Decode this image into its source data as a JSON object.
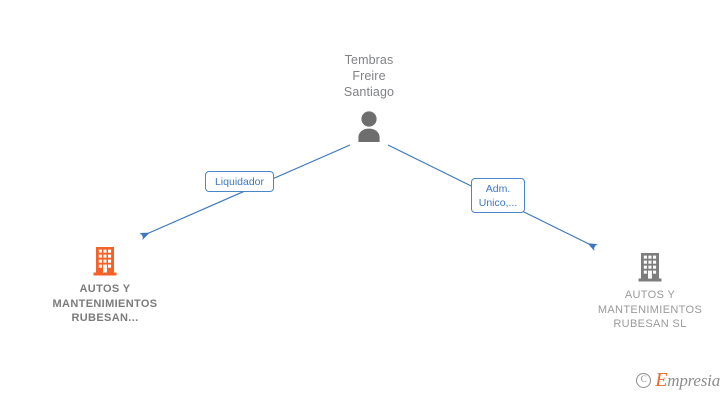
{
  "graph": {
    "type": "relationship-diagram",
    "background_color": "#ffffff",
    "person": {
      "name": "Tembras\nFreire\nSantiago",
      "icon": "person-silhouette-icon",
      "color": "#6e6e6e"
    },
    "companies": [
      {
        "id": "left",
        "name": "AUTOS Y\nMANTENIMIENTOS\nRUBESAN...",
        "icon": "building-icon",
        "icon_color": "#f4622a",
        "text_color": "#7c7c7c",
        "emphasis": "bold"
      },
      {
        "id": "right",
        "name": "AUTOS Y\nMANTENIMIENTOS\nRUBESAN  SL",
        "icon": "building-icon",
        "icon_color": "#7d7d7d",
        "text_color": "#9a9a9a",
        "emphasis": "normal"
      }
    ],
    "relations": [
      {
        "id": "liquidador",
        "label": "Liquidador",
        "from": "person",
        "to": "left",
        "edge_color": "#3c78c0"
      },
      {
        "id": "adm-unico",
        "label": "Adm.\nUnico,...",
        "from": "person",
        "to": "right",
        "edge_color": "#3c78c0"
      }
    ]
  },
  "watermark": {
    "copyright_symbol": "C",
    "brand_first_letter": "E",
    "brand_rest": "mpresia",
    "accent_color": "#ef6724",
    "text_color": "#8d8d8d"
  }
}
